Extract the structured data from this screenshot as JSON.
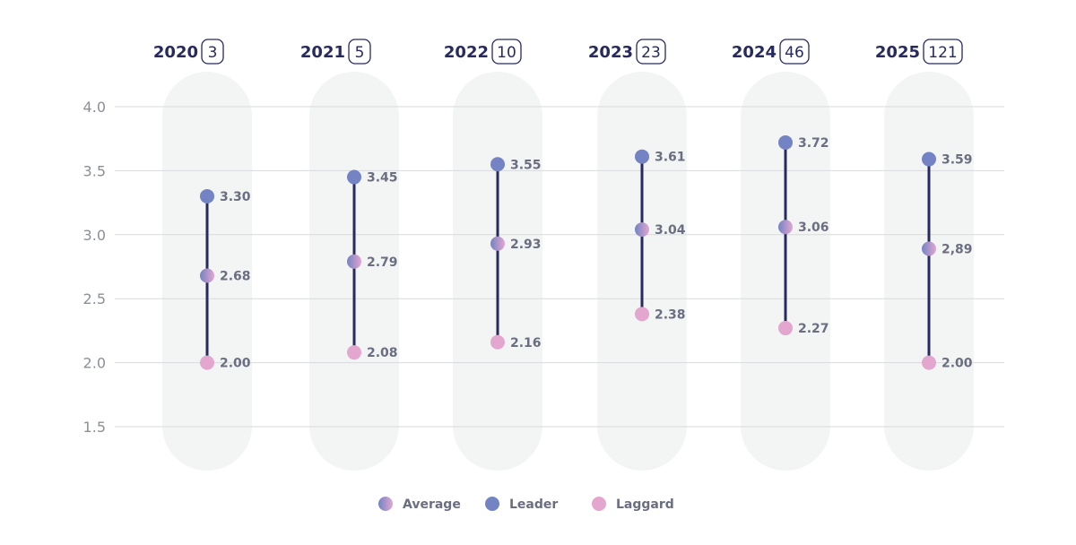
{
  "chart_data": {
    "type": "dumbbell",
    "title": "",
    "xlabel": "",
    "ylabel": "",
    "ylim": [
      1.5,
      4.0
    ],
    "yticks": [
      "1.5",
      "2.0",
      "2.5",
      "3.0",
      "3.5",
      "4.0"
    ],
    "ytick_values": [
      1.5,
      2.0,
      2.5,
      3.0,
      3.5,
      4.0
    ],
    "grid": true,
    "legend_position": "bottom-center",
    "categories": [
      {
        "year": "2020",
        "count": "3"
      },
      {
        "year": "2021",
        "count": "5"
      },
      {
        "year": "2022",
        "count": "10"
      },
      {
        "year": "2023",
        "count": "23"
      },
      {
        "year": "2024",
        "count": "46"
      },
      {
        "year": "2025",
        "count": "121"
      }
    ],
    "series": [
      {
        "name": "Leader",
        "values": [
          3.3,
          3.45,
          3.55,
          3.61,
          3.72,
          3.59
        ],
        "labels": [
          "3.30",
          "3.45",
          "3.55",
          "3.61",
          "3.72",
          "3.59"
        ]
      },
      {
        "name": "Average",
        "values": [
          2.68,
          2.79,
          2.93,
          3.04,
          3.06,
          2.89
        ],
        "labels": [
          "2.68",
          "2.79",
          "2.93",
          "3.04",
          "3.06",
          "2,89"
        ]
      },
      {
        "name": "Laggard",
        "values": [
          2.0,
          2.08,
          2.16,
          2.38,
          2.27,
          2.0
        ],
        "labels": [
          "2.00",
          "2.08",
          "2.16",
          "2.38",
          "2.27",
          "2.00"
        ]
      }
    ],
    "legend": [
      "Average",
      "Leader",
      "Laggard"
    ]
  },
  "colors": {
    "leader": "#7383c4",
    "laggard": "#e3a6cf",
    "line": "#262a5e",
    "pill": "#f3f4f4",
    "grid": "#d8dadd"
  }
}
